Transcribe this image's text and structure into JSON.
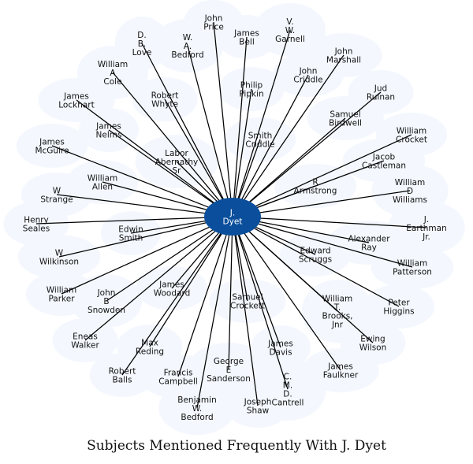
{
  "title": "Subjects Mentioned Frequently With J. Dyet",
  "colors": {
    "center_fill": "#0b4f9c",
    "bubble_fill": "#f4f8fe",
    "edge": "#000000",
    "label": "#111111"
  },
  "center": {
    "label": "J.\nDyet"
  },
  "nodes": [
    {
      "label": "John\nPrice"
    },
    {
      "label": "James\nBell"
    },
    {
      "label": "W.\nA.\nBedford"
    },
    {
      "label": "D.\nB.\nLove"
    },
    {
      "label": "V.\nW.\nGarnell"
    },
    {
      "label": "John\nMarshall"
    },
    {
      "label": "William\nA\nCole"
    },
    {
      "label": "Philip\nPipkin"
    },
    {
      "label": "John\nCriddle"
    },
    {
      "label": "James\nLockhart"
    },
    {
      "label": "Robert\nWhyte"
    },
    {
      "label": "Jud\nRulnan"
    },
    {
      "label": "Samuel\nBirdwell"
    },
    {
      "label": "James\nNelms"
    },
    {
      "label": "William\nCrocket"
    },
    {
      "label": "Smith\nCriddle"
    },
    {
      "label": "James\nMcGuire"
    },
    {
      "label": "Labor\nAbernathy\nSr"
    },
    {
      "label": "Jacob\nCastleman"
    },
    {
      "label": "William\nAllen"
    },
    {
      "label": "R\nArmstrong"
    },
    {
      "label": "William\nD\nWilliams"
    },
    {
      "label": "W\nStrange"
    },
    {
      "label": "Henry\nSeales"
    },
    {
      "label": "J.\nEarthman\nJr."
    },
    {
      "label": "Edwin\nSmith"
    },
    {
      "label": "Alexander\nRay"
    },
    {
      "label": "Edward\nScruggs"
    },
    {
      "label": "W\nWilkinson"
    },
    {
      "label": "William\nPatterson"
    },
    {
      "label": "William\nParker"
    },
    {
      "label": "James\nWoodard"
    },
    {
      "label": "John\nB\nSnowden"
    },
    {
      "label": "Samuel\nCrockett"
    },
    {
      "label": "William\nT.\nBrooks,\nJnr"
    },
    {
      "label": "Peter\nHiggins"
    },
    {
      "label": "Eneas\nWalker"
    },
    {
      "label": "Max\nReding"
    },
    {
      "label": "Ewing\nWilson"
    },
    {
      "label": "James\nDavis"
    },
    {
      "label": "George\nE\nSanderson"
    },
    {
      "label": "James\nFaulkner"
    },
    {
      "label": "Robert\nBalls"
    },
    {
      "label": "Francis\nCampbell"
    },
    {
      "label": "C.\nM.\nD.\nCantrell"
    },
    {
      "label": "Benjamin\nW.\nBedford"
    },
    {
      "label": "Joseph\nShaw"
    }
  ]
}
